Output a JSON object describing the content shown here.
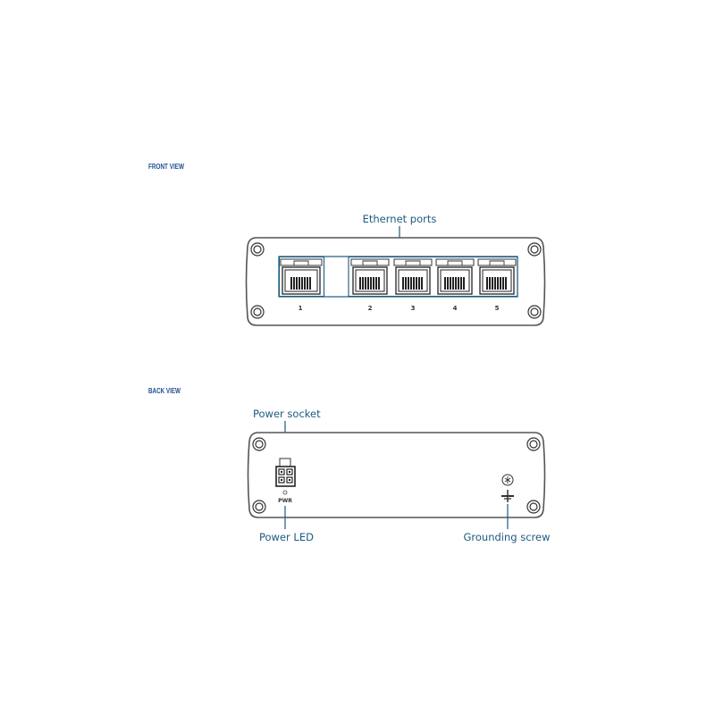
{
  "front": {
    "title": "FRONT VIEW",
    "callout": "Ethernet ports",
    "ports": [
      {
        "label": "1"
      },
      {
        "label": "2"
      },
      {
        "label": "3"
      },
      {
        "label": "4"
      },
      {
        "label": "5"
      }
    ]
  },
  "back": {
    "title": "BACK VIEW",
    "power_socket": "Power socket",
    "power_led": "Power LED",
    "led_label": "PWR",
    "grounding_screw": "Grounding screw"
  },
  "colors": {
    "accent": "#1c5a80",
    "heading": "#1f4f93",
    "outline": "#555555"
  }
}
